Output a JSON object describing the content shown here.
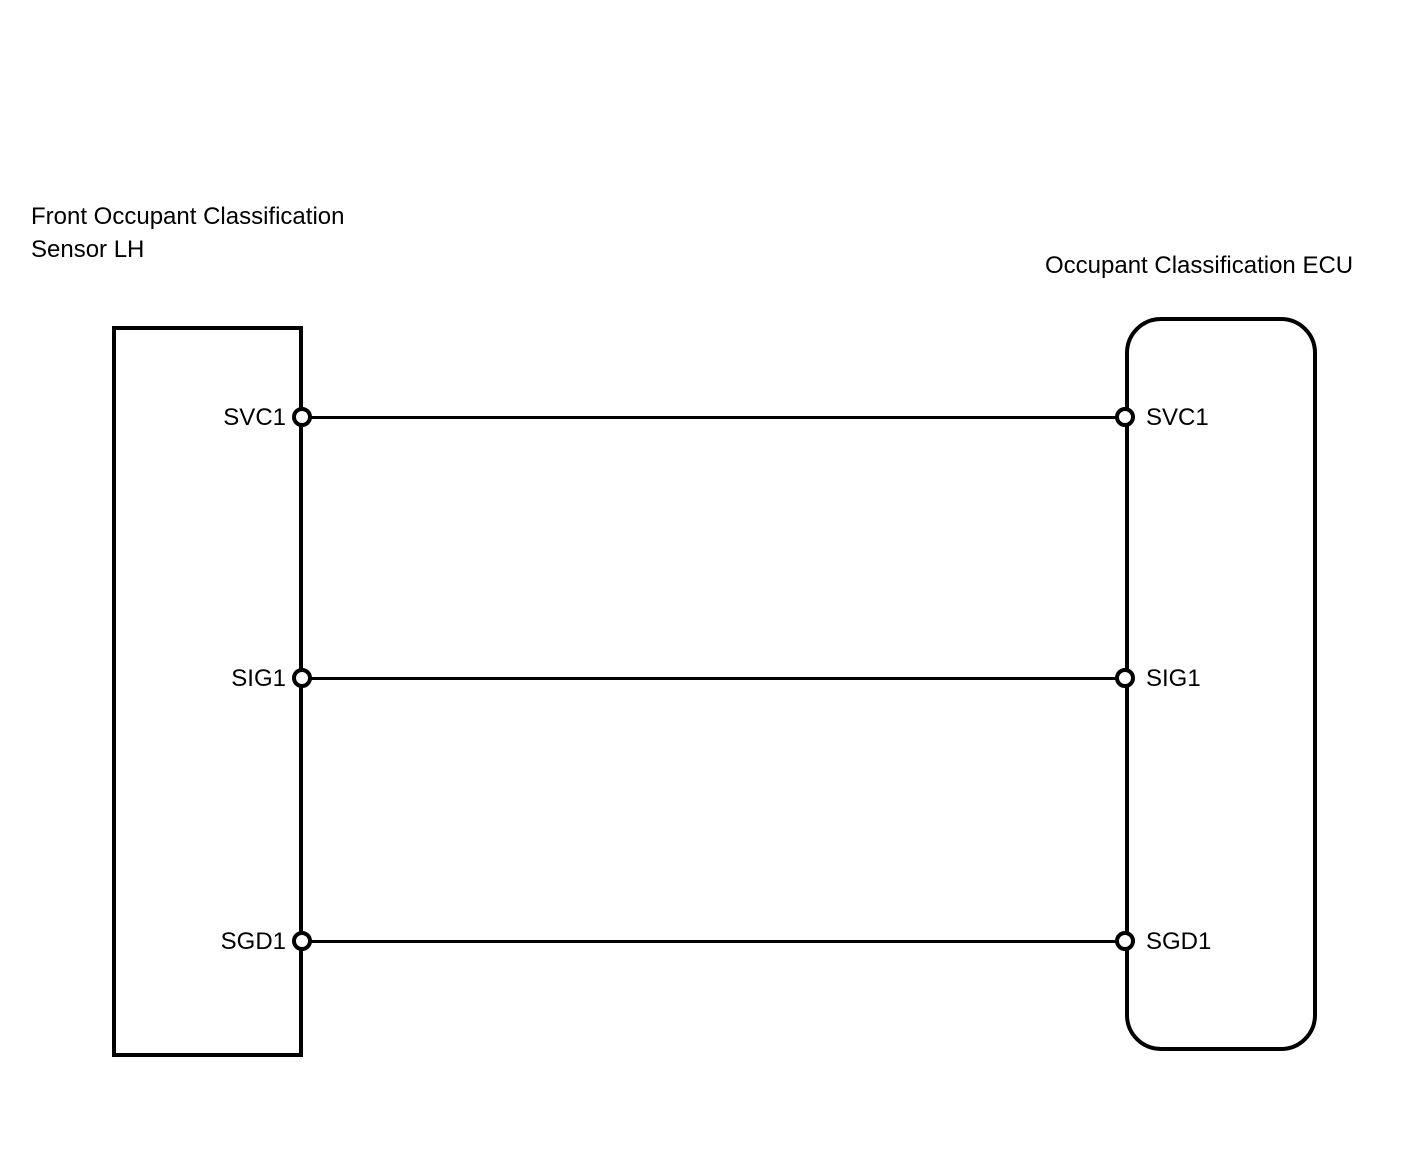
{
  "colors": {
    "line": "#000000",
    "background": "#ffffff"
  },
  "left_component": {
    "name_line1": "Front Occupant Classification",
    "name_line2": "Sensor LH"
  },
  "right_component": {
    "name": "Occupant Classification ECU"
  },
  "connections": [
    {
      "left_pin": "SVC1",
      "right_pin": "SVC1"
    },
    {
      "left_pin": "SIG1",
      "right_pin": "SIG1"
    },
    {
      "left_pin": "SGD1",
      "right_pin": "SGD1"
    }
  ]
}
